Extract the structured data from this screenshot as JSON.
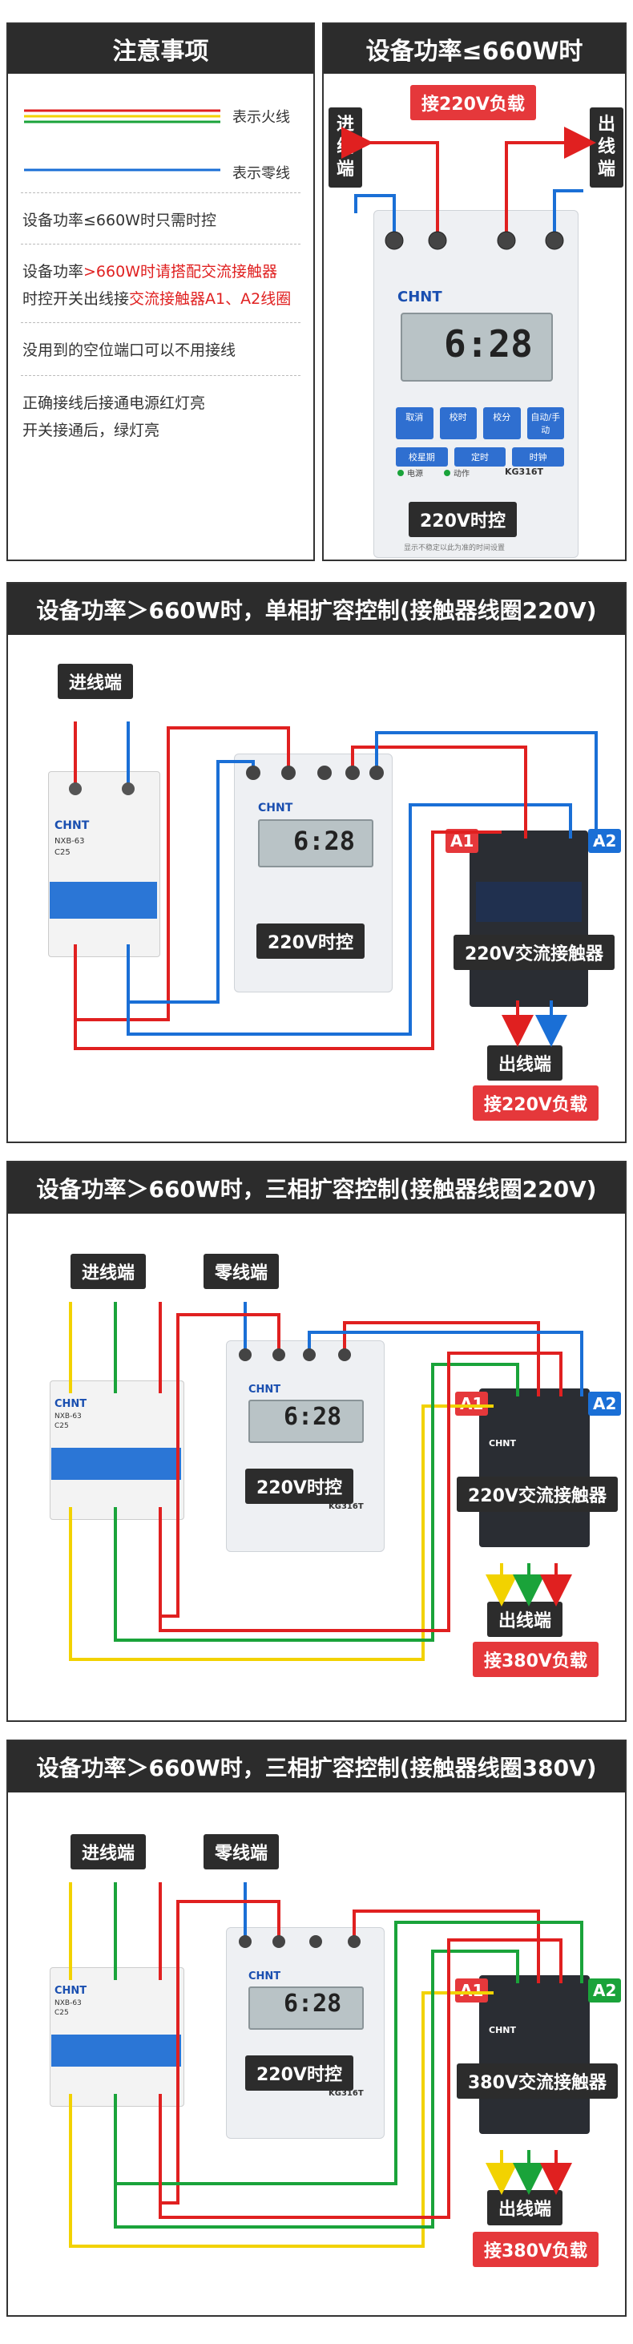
{
  "notes": {
    "title": "注意事项",
    "legend_fire": "表示火线",
    "legend_neutral": "表示零线",
    "line1": "设备功率≤660W时只需时控",
    "line2a_pre": "设备功率",
    "line2a_red": ">660W时请搭配交流接触器",
    "line2b_pre": "时控开关出线接",
    "line2b_red": "交流接触器A1、A2线圈",
    "line3": "没用到的空位端口可以不用接线",
    "line4": "正确接线后接通电源红灯亮",
    "line5": "开关接通后，绿灯亮"
  },
  "panel1": {
    "title": "设备功率≤660W时",
    "load": "接220V负载",
    "in_label": "进线端",
    "out_label": "出线端",
    "timer_name": "220V时控",
    "brand": "CHNT",
    "model": "KG316T",
    "display": "6:28",
    "btn_row1": [
      "取消",
      "校时",
      "校分",
      "自动/手动"
    ],
    "btn_row2": [
      "校星期",
      "定时",
      "时钟"
    ],
    "led1": "电源",
    "led2": "动作",
    "footer": "显示不稳定以此为准的时间设置"
  },
  "panel2": {
    "title": "设备功率＞660W时，单相扩容控制(接触器线圈220V)",
    "in_label": "进线端",
    "breaker_brand": "CHNT",
    "breaker_model": "NXB-63",
    "breaker_rating": "C25",
    "timer_name": "220V时控",
    "timer_brand": "CHNT",
    "display": "6:28",
    "contactor_name": "220V交流接触器",
    "a1": "A1",
    "a2": "A2",
    "out_label": "出线端",
    "load": "接220V负载"
  },
  "panel3": {
    "title": "设备功率＞660W时，三相扩容控制(接触器线圈220V)",
    "in_label": "进线端",
    "neutral_label": "零线端",
    "breaker_brand": "CHNT",
    "breaker_model": "NXB-63",
    "breaker_rating": "C25",
    "timer_name": "220V时控",
    "timer_brand": "CHNT",
    "model": "KG316T",
    "display": "6:28",
    "contactor_name": "220V交流接触器",
    "contactor_brand": "CHNT",
    "a1": "A1",
    "a2": "A2",
    "out_label": "出线端",
    "load": "接380V负载"
  },
  "panel4": {
    "title": "设备功率＞660W时，三相扩容控制(接触器线圈380V)",
    "in_label": "进线端",
    "neutral_label": "零线端",
    "breaker_brand": "CHNT",
    "breaker_model": "NXB-63",
    "breaker_rating": "C25",
    "timer_name": "220V时控",
    "timer_brand": "CHNT",
    "model": "KG316T",
    "display": "6:28",
    "contactor_name": "380V交流接触器",
    "contactor_brand": "CHNT",
    "a1": "A1",
    "a2": "A2",
    "out_label": "出线端",
    "load": "接380V负载"
  },
  "colors": {
    "fire": "#e02020",
    "neutral": "#1a6fd6",
    "yellow": "#f2d200",
    "green": "#1aa33a",
    "header": "#2c2c2c",
    "accent_red": "#e5383b"
  }
}
